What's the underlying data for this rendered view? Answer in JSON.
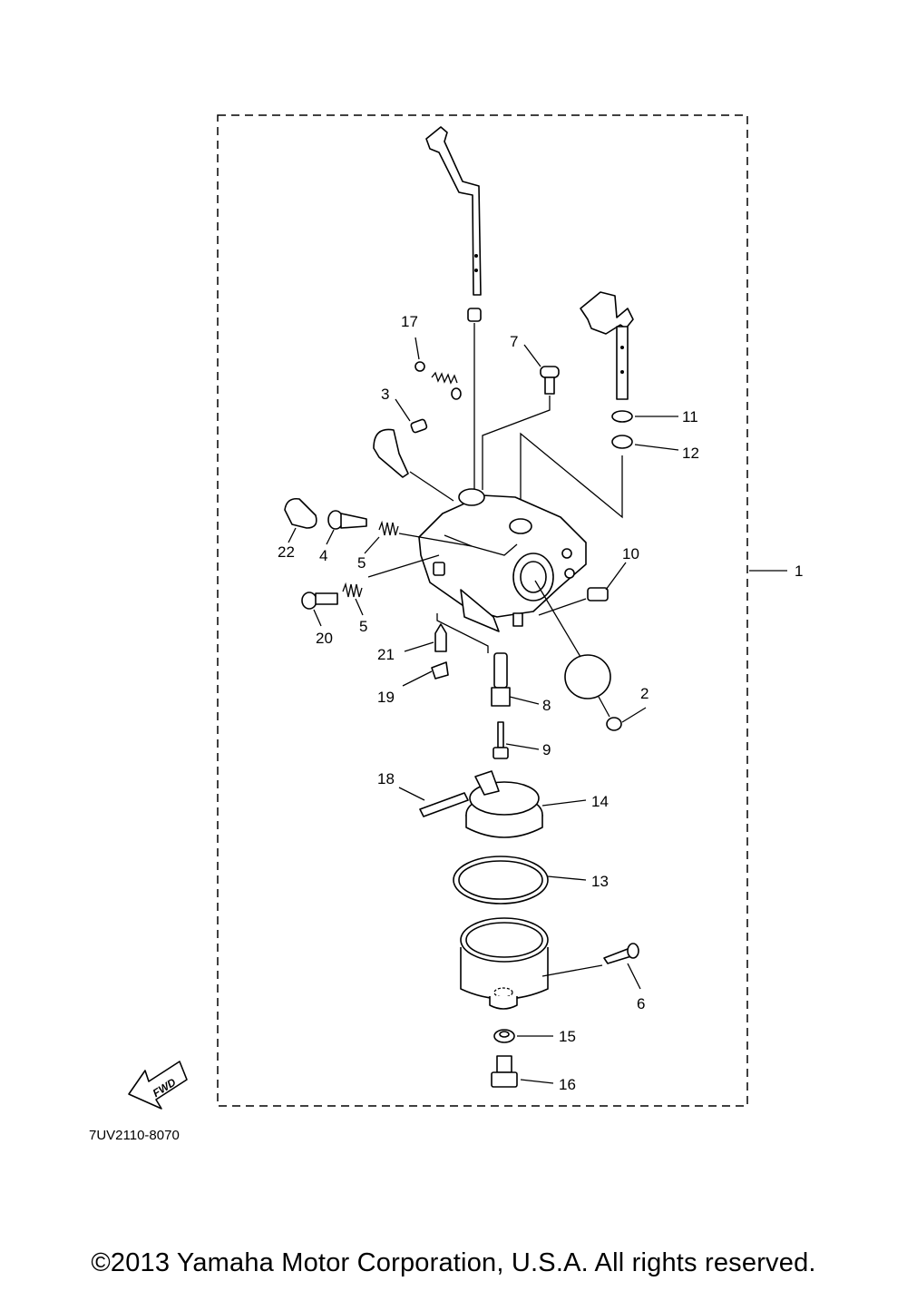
{
  "diagram": {
    "part_labels": [
      "1",
      "2",
      "3",
      "4",
      "5",
      "5",
      "6",
      "7",
      "8",
      "9",
      "10",
      "11",
      "12",
      "13",
      "14",
      "15",
      "16",
      "17",
      "18",
      "19",
      "20",
      "21",
      "22"
    ],
    "drawing_code": "7UV2110-8070",
    "fwd_arrow_text": "FWD"
  },
  "footer": {
    "copyright": "©2013 Yamaha Motor Corporation, U.S.A. All rights reserved."
  }
}
